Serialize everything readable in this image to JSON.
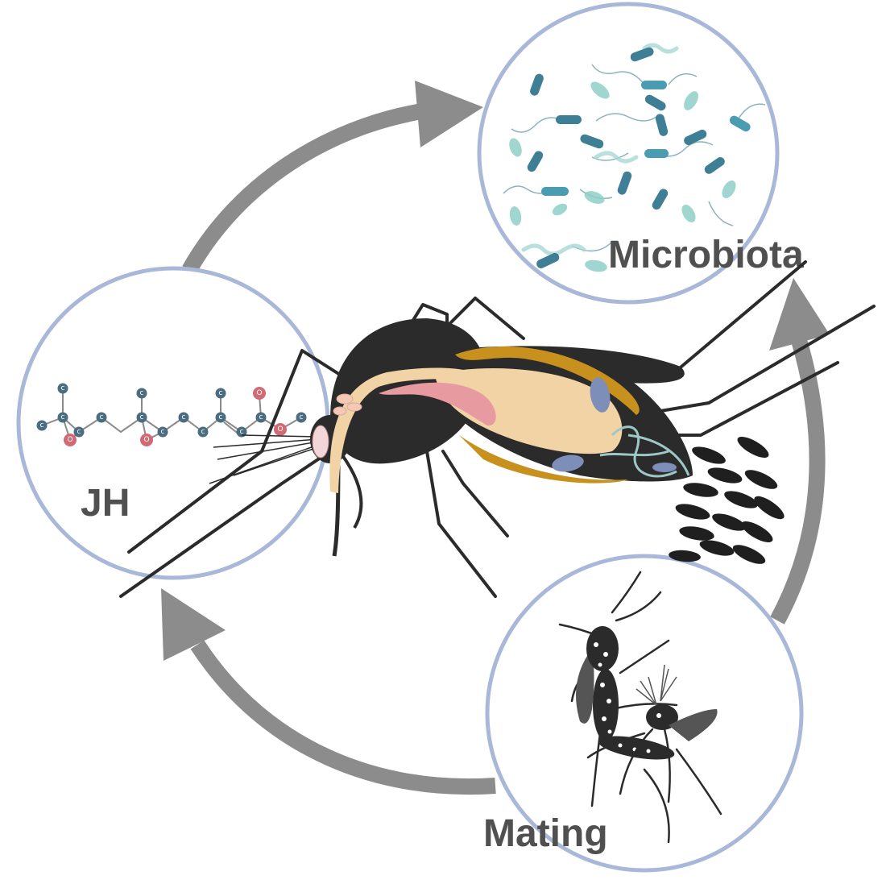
{
  "labels": {
    "jh": "JH",
    "microbiota": "Microbiota",
    "mating": "Mating"
  },
  "molecule": {
    "carbon_symbol": "c",
    "oxygen_symbol": "O"
  },
  "colors": {
    "circle_stroke": "#a9b8d8",
    "arrow": "#8c8c8c",
    "carbon_node": "#4a6d82",
    "oxygen_node": "#d06a74",
    "bacteria_dark": "#3f7f95",
    "bacteria_light": "#8fcfc7",
    "mosquito_body": "#2b2b2b",
    "gut": "#f2d3a6",
    "fat_body": "#c8901c",
    "label": "#505050"
  }
}
